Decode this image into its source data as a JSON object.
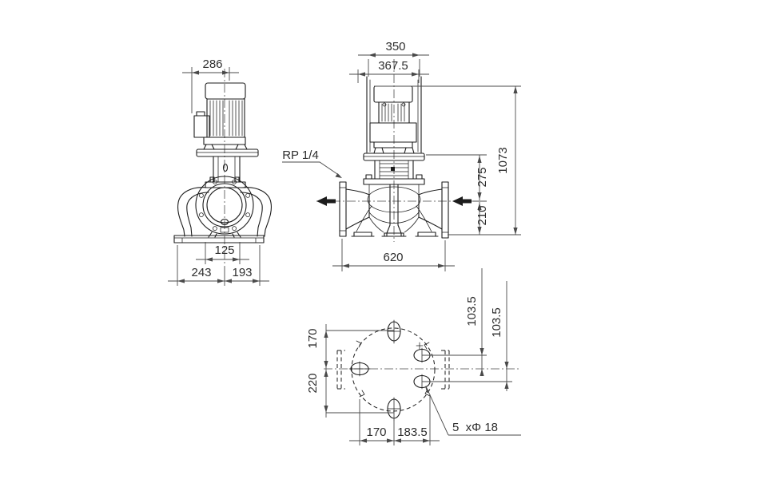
{
  "front_view": {
    "motor_width": "286",
    "port_center_offset": "125",
    "base_left_of_center": "243",
    "base_right_of_center": "193"
  },
  "side_view": {
    "motor_width": "350",
    "clearance_width": "367.5",
    "gauge_port_thread": "RP 1/4",
    "flange_to_centerline": "275",
    "centerline_to_base": "210",
    "total_height": "1073",
    "port_to_port_length": "620"
  },
  "base_view": {
    "centerline_to_top_hole": "170",
    "centerline_to_bottom_hole": "220",
    "upper_hole_offset": "103.5",
    "lower_hole_offset": "103.5",
    "bottom_hole_to_left_hole": "170",
    "bottom_hole_to_right_edge": "183.5",
    "bolt_holes_note": "5  xΦ 18"
  },
  "colors": {
    "background": "#ffffff",
    "object_line": "#1c1c1c",
    "dimension_line": "#4a4a4a",
    "text": "#2e2e2e"
  }
}
